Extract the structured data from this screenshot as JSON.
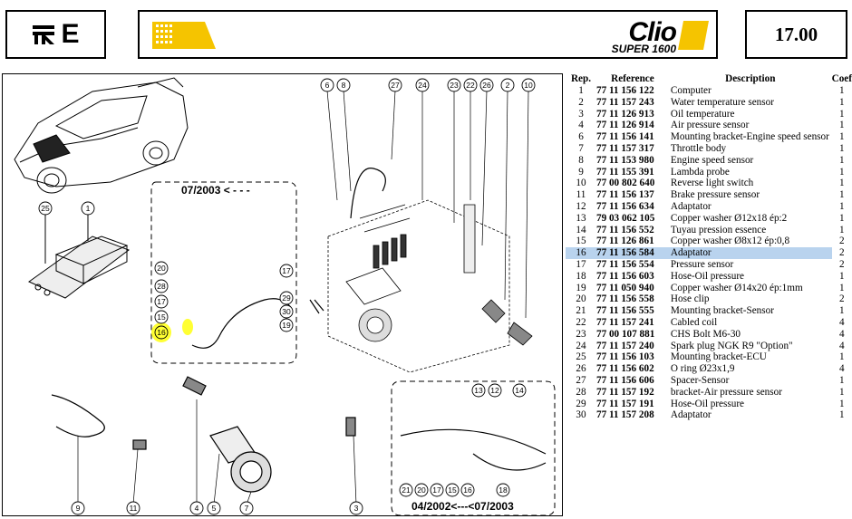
{
  "header": {
    "logo_letter": "E",
    "model_name": "Clio",
    "model_sub": "SUPER 1600",
    "page_number": "17.00"
  },
  "diagram": {
    "date_top": "07/2003 < - - -",
    "date_bottom": "04/2002<---<07/2003",
    "callouts": [
      "25",
      "1",
      "6",
      "8",
      "27",
      "24",
      "23",
      "22",
      "26",
      "2",
      "10",
      "20",
      "17",
      "28",
      "17",
      "15",
      "16",
      "29",
      "30",
      "19",
      "5",
      "4",
      "9",
      "11",
      "7",
      "3",
      "13",
      "12",
      "14",
      "21",
      "20",
      "17",
      "15",
      "16",
      "18"
    ],
    "highlight_color": "#ffff33"
  },
  "parts_table": {
    "headers": {
      "rep": "Rep.",
      "reference": "Reference",
      "description": "Description",
      "coef": "Coef"
    },
    "rows": [
      {
        "rep": "1",
        "ref": "77 11 156 122",
        "desc": "Computer",
        "coef": "1"
      },
      {
        "rep": "2",
        "ref": "77 11 157 243",
        "desc": "Water temperature sensor",
        "coef": "1"
      },
      {
        "rep": "3",
        "ref": "77 11 126 913",
        "desc": "Oil temperature",
        "coef": "1"
      },
      {
        "rep": "4",
        "ref": "77 11 126 914",
        "desc": "Air pressure sensor",
        "coef": "1"
      },
      {
        "rep": "6",
        "ref": "77 11 156 141",
        "desc": "Mounting bracket-Engine speed sensor",
        "coef": "1"
      },
      {
        "rep": "7",
        "ref": "77 11 157 317",
        "desc": "Throttle body",
        "coef": "1"
      },
      {
        "rep": "8",
        "ref": "77 11 153 980",
        "desc": "Engine speed sensor",
        "coef": "1"
      },
      {
        "rep": "9",
        "ref": "77 11 155 391",
        "desc": "Lambda probe",
        "coef": "1"
      },
      {
        "rep": "10",
        "ref": "77 00 802 640",
        "desc": "Reverse light switch",
        "coef": "1"
      },
      {
        "rep": "11",
        "ref": "77 11 156 137",
        "desc": "Brake pressure sensor",
        "coef": "1"
      },
      {
        "rep": "12",
        "ref": "77 11 156 634",
        "desc": "Adaptator",
        "coef": "1"
      },
      {
        "rep": "13",
        "ref": "79 03 062 105",
        "desc": "Copper washer Ø12x18 ép:2",
        "coef": "1"
      },
      {
        "rep": "14",
        "ref": "77 11 156 552",
        "desc": "Tuyau pression essence",
        "coef": "1"
      },
      {
        "rep": "15",
        "ref": "77 11 126 861",
        "desc": "Copper washer Ø8x12 ép:0,8",
        "coef": "2"
      },
      {
        "rep": "16",
        "ref": "77 11 156 584",
        "desc": "Adaptator",
        "coef": "2",
        "highlight": true
      },
      {
        "rep": "17",
        "ref": "77 11 156 554",
        "desc": "Pressure sensor",
        "coef": "2"
      },
      {
        "rep": "18",
        "ref": "77 11 156 603",
        "desc": "Hose-Oil pressure",
        "coef": "1"
      },
      {
        "rep": "19",
        "ref": "77 11 050 940",
        "desc": "Copper washer Ø14x20 ép:1mm",
        "coef": "1"
      },
      {
        "rep": "20",
        "ref": "77 11 156 558",
        "desc": "Hose clip",
        "coef": "2"
      },
      {
        "rep": "21",
        "ref": "77 11 156 555",
        "desc": "Mounting bracket-Sensor",
        "coef": "1"
      },
      {
        "rep": "22",
        "ref": "77 11 157 241",
        "desc": "Cabled coil",
        "coef": "4"
      },
      {
        "rep": "23",
        "ref": "77 00 107 881",
        "desc": "CHS Bolt M6-30",
        "coef": "4"
      },
      {
        "rep": "24",
        "ref": "77 11 157 240",
        "desc": "Spark plug NGK R9 \"Option\"",
        "coef": "4"
      },
      {
        "rep": "25",
        "ref": "77 11 156 103",
        "desc": "Mounting bracket-ECU",
        "coef": "1"
      },
      {
        "rep": "26",
        "ref": "77 11 156 602",
        "desc": "O ring Ø23x1,9",
        "coef": "4"
      },
      {
        "rep": "27",
        "ref": "77 11 156 606",
        "desc": "Spacer-Sensor",
        "coef": "1"
      },
      {
        "rep": "28",
        "ref": "77 11 157 192",
        "desc": "bracket-Air pressure sensor",
        "coef": "1"
      },
      {
        "rep": "29",
        "ref": "77 11 157 191",
        "desc": "Hose-Oil pressure",
        "coef": "1"
      },
      {
        "rep": "30",
        "ref": "77 11 157 208",
        "desc": "Adaptator",
        "coef": "1"
      }
    ]
  }
}
